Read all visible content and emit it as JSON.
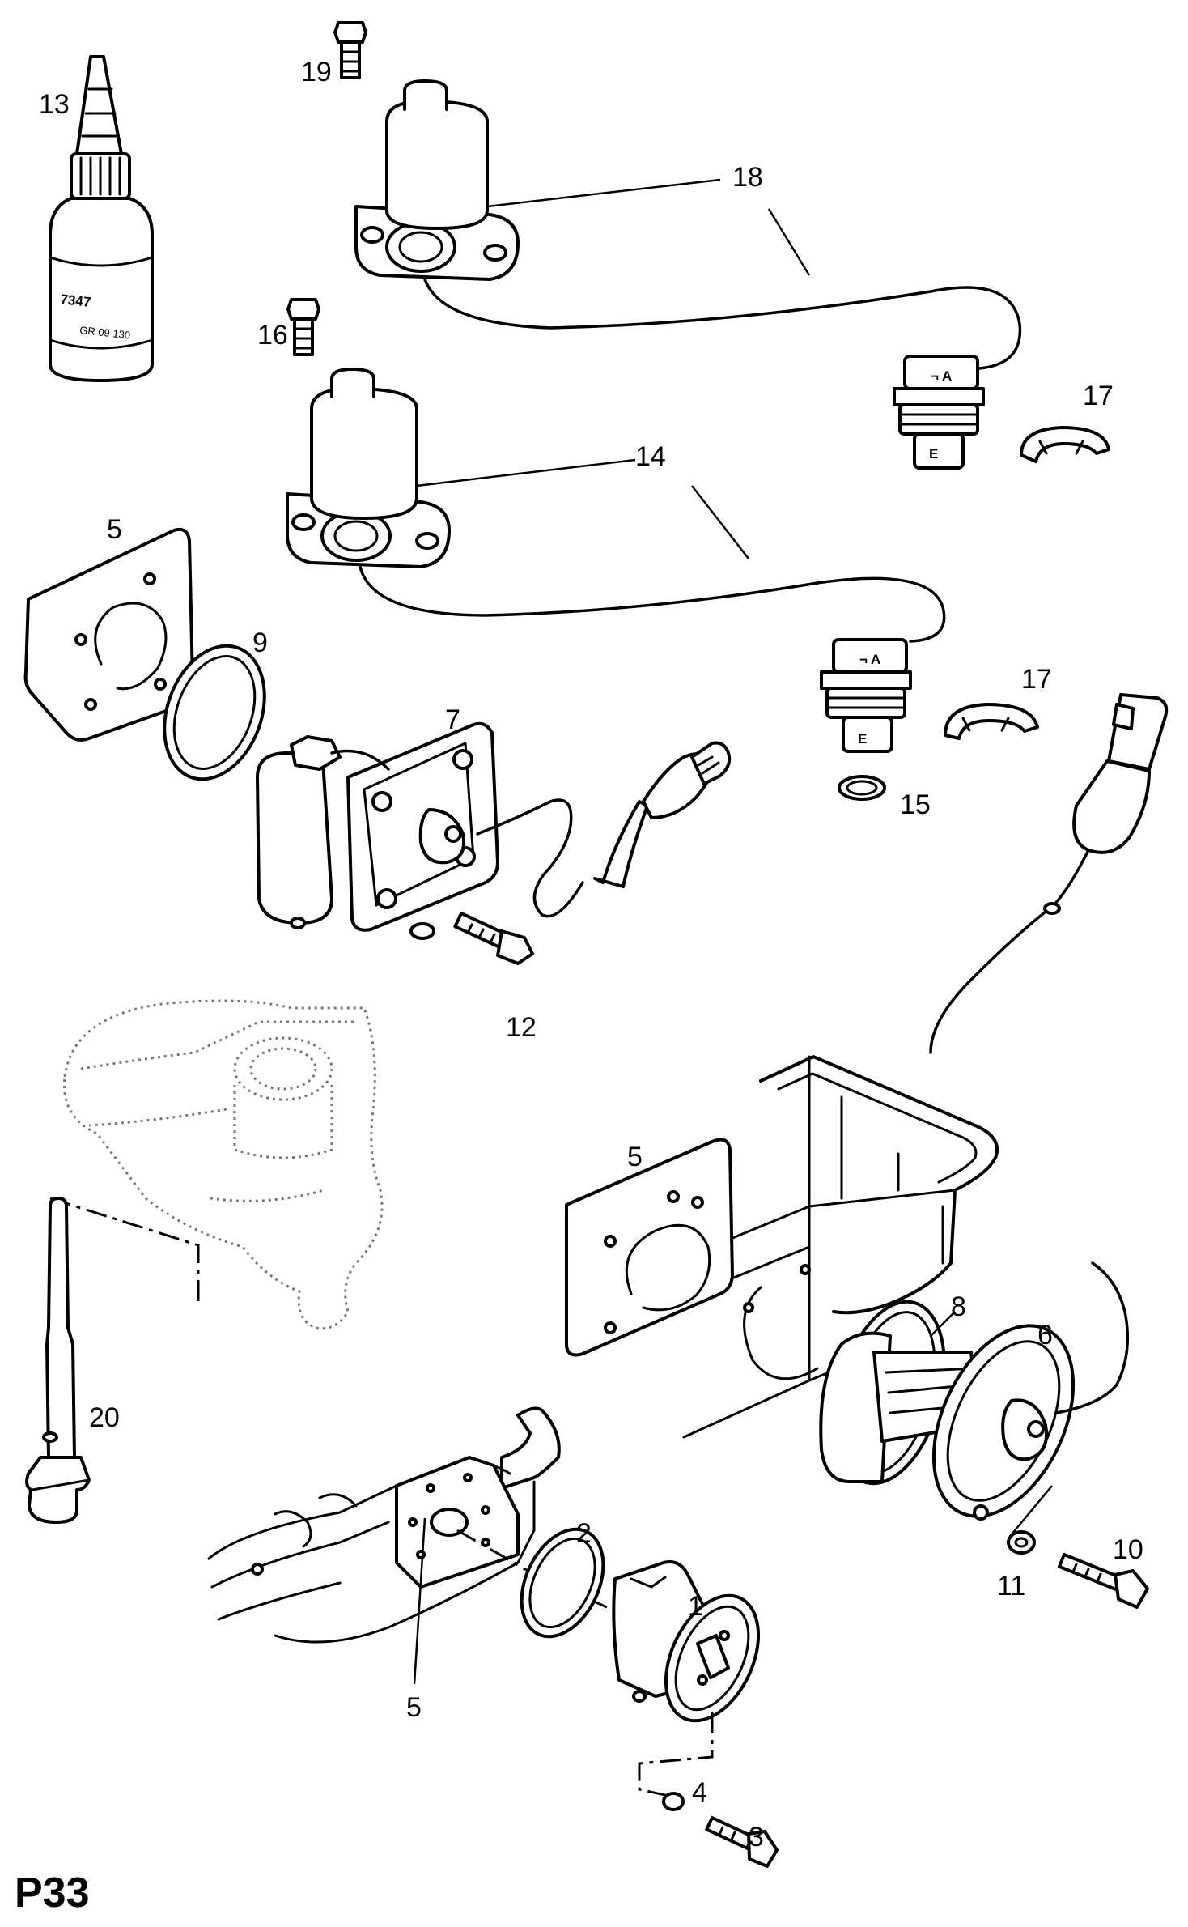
{
  "page_code": "P33",
  "bottle_print": {
    "top": "7347",
    "bottom": "GR 09 130"
  },
  "callouts": {
    "c1": "1",
    "c2": "2",
    "c3": "3",
    "c4": "4",
    "c5a": "5",
    "c5b": "5",
    "c5c": "5",
    "c6": "6",
    "c7": "7",
    "c8": "8",
    "c9": "9",
    "c10": "10",
    "c11": "11",
    "c12": "12",
    "c13": "13",
    "c14": "14",
    "c15": "15",
    "c16": "16",
    "c17a": "17",
    "c17b": "17",
    "c18": "18",
    "c19": "19",
    "c20": "20"
  }
}
